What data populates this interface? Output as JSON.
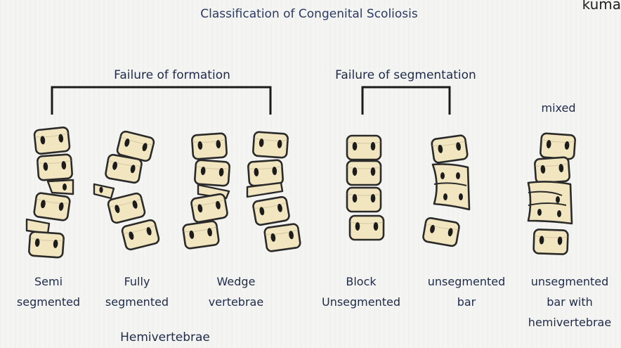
{
  "title": "Classification of Congenital Scoliosis",
  "corner_text": "kuma",
  "groups": {
    "formation": "Failure of formation",
    "segmentation": "Failure of segmentation",
    "mixed": "mixed"
  },
  "captions": {
    "semi": [
      "Semi",
      "segmented"
    ],
    "fully": [
      "Fully",
      "segmented"
    ],
    "wedge": [
      "Wedge",
      "vertebrae"
    ],
    "block": [
      "Block",
      "Unsegmented"
    ],
    "bar": [
      "unsegmented",
      "bar"
    ],
    "mixed": [
      "unsegmented",
      "bar with",
      "hemivertebrae"
    ]
  },
  "hemivertebrae_label": "Hemivertebrae",
  "colors": {
    "bone": "#f2e6c0",
    "outline": "#2a2a2a",
    "ink": "#1e2a4a"
  }
}
